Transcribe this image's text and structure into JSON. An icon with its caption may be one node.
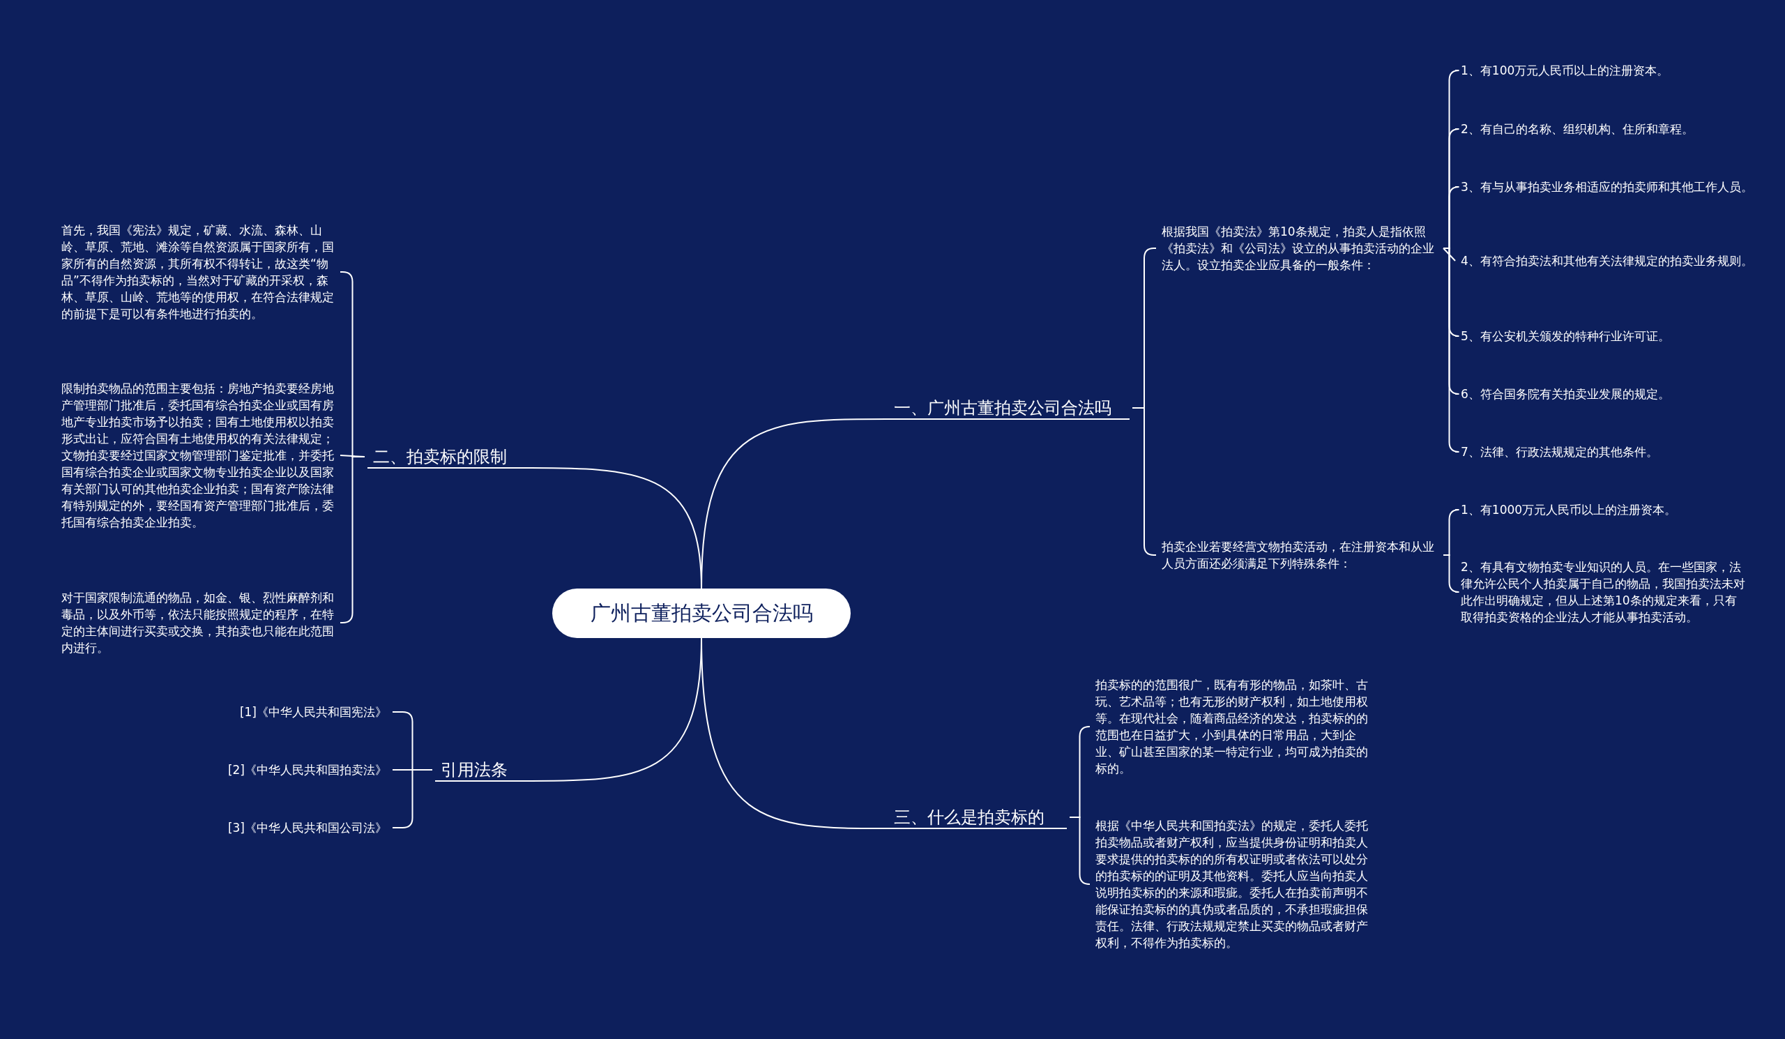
{
  "diagram": {
    "nodes": [
      {
        "text": [
          "广州古董拍卖公司合法吗"
        ]
      },
      {
        "text": [
          "一、广州古董拍卖公司合法吗"
        ]
      },
      {
        "text": [
          "根据我国《拍卖法》第10条规定，拍卖人是指依照《拍卖法》和《公司法》设立的从事拍卖活动的企业法人。设立拍卖企业应具备的一般条件："
        ]
      },
      {
        "text": [
          "1、有100万元人民币以上的注册资本。"
        ]
      },
      {
        "text": [
          "2、有自己的名称、组织机构、住所和章程。"
        ]
      },
      {
        "text": [
          "3、有与从事拍卖业务相适应的拍卖师和其他工作人员。"
        ]
      },
      {
        "text": [
          "4、有符合拍卖法和其他有关法律规定的拍卖业务规则。"
        ]
      },
      {
        "text": [
          "5、有公安机关颁发的特种行业许可证。"
        ]
      },
      {
        "text": [
          "6、符合国务院有关拍卖业发展的规定。"
        ]
      },
      {
        "text": [
          "7、法律、行政法规规定的其他条件。"
        ]
      },
      {
        "text": [
          "拍卖企业若要经营文物拍卖活动，在注册资本和从业人员方面还必须满足下列特殊条件："
        ]
      },
      {
        "text": [
          "1、有1000万元人民币以上的注册资本。"
        ]
      },
      {
        "text": [
          "2、有具有文物拍卖专业知识的人员。在一些国家，法律允许公民个人拍卖属于自己的物品，我国拍卖法未对此作出明确规定，但从上述第10条的规定来看，只有取得拍卖资格的企业法人才能从事拍卖活动。"
        ]
      },
      {
        "text": [
          "三、什么是拍卖标的"
        ]
      },
      {
        "text": [
          "拍卖标的的范围很广，既有有形的物品，如茶叶、古玩、艺术品等；也有无形的财产权利，如土地使用权等。在现代社会，随着商品经济的发达，拍卖标的的范围也在日益扩大，小到具体的日常用品，大到企业、矿山甚至国家的某一特定行业，均可成为拍卖的标的。"
        ]
      },
      {
        "text": [
          "根据《中华人民共和国拍卖法》的规定，委托人委托拍卖物品或者财产权利，应当提供身份证明和拍卖人要求提供的拍卖标的的所有权证明或者依法可以处分的拍卖标的的证明及其他资料。委托人应当向拍卖人说明拍卖标的的来源和瑕疵。委托人在拍卖前声明不能保证拍卖标的的真伪或者品质的，不承担瑕疵担保责任。法律、行政法规规定禁止买卖的物品或者财产权利，不得作为拍卖标的。"
        ]
      },
      {
        "text": [
          "二、拍卖标的限制"
        ]
      },
      {
        "text": [
          "首先，我国《宪法》规定，矿藏、水流、森林、山岭、草原、荒地、滩涂等自然资源属于国家所有，国家所有的自然资源，其所有权不得转让，故这类“物品”不得作为拍卖标的，当然对于矿藏的开采权，森林、草原、山岭、荒地等的使用权，在符合法律规定的前提下是可以有条件地进行拍卖的。"
        ]
      },
      {
        "text": [
          "限制拍卖物品的范围主要包括：房地产拍卖要经房地产管理部门批准后，委托国有综合拍卖企业或国有房地产专业拍卖市场予以拍卖；国有土地使用权以拍卖形式出让，应符合国有土地使用权的有关法律规定；文物拍卖要经过国家文物管理部门鉴定批准，并委托国有综合拍卖企业或国家文物专业拍卖企业以及国家有关部门认可的其他拍卖企业拍卖；国有资产除法律有特别规定的外，要经国有资产管理部门批准后，委托国有综合拍卖企业拍卖。"
        ]
      },
      {
        "text": [
          "对于国家限制流通的物品，如金、银、烈性麻醉剂和毒品，以及外币等，依法只能按照规定的程序，在特定的主体间进行买卖或交换，其拍卖也只能在此范围内进行。"
        ]
      },
      {
        "text": [
          "引用法条"
        ]
      },
      {
        "text": [
          "[1]《中华人民共和国宪法》"
        ]
      },
      {
        "text": [
          "[2]《中华人民共和国拍卖法》"
        ]
      },
      {
        "text": [
          "[3]《中华人民共和国公司法》"
        ]
      }
    ],
    "edges": [
      {
        "from": 0,
        "to": 1,
        "arrow": "none"
      },
      {
        "from": 1,
        "to": 2,
        "arrow": "none"
      },
      {
        "from": 2,
        "to": 3,
        "arrow": "none"
      },
      {
        "from": 2,
        "to": 4,
        "arrow": "none"
      },
      {
        "from": 2,
        "to": 5,
        "arrow": "none"
      },
      {
        "from": 2,
        "to": 6,
        "arrow": "none"
      },
      {
        "from": 2,
        "to": 7,
        "arrow": "none"
      },
      {
        "from": 2,
        "to": 8,
        "arrow": "none"
      },
      {
        "from": 2,
        "to": 9,
        "arrow": "none"
      },
      {
        "from": 1,
        "to": 10,
        "arrow": "none"
      },
      {
        "from": 10,
        "to": 11,
        "arrow": "none"
      },
      {
        "from": 10,
        "to": 12,
        "arrow": "none"
      },
      {
        "from": 0,
        "to": 13,
        "arrow": "none"
      },
      {
        "from": 13,
        "to": 14,
        "arrow": "none"
      },
      {
        "from": 13,
        "to": 15,
        "arrow": "none"
      },
      {
        "from": 0,
        "to": 16,
        "arrow": "none"
      },
      {
        "from": 16,
        "to": 17,
        "arrow": "none"
      },
      {
        "from": 16,
        "to": 18,
        "arrow": "none"
      },
      {
        "from": 16,
        "to": 19,
        "arrow": "none"
      },
      {
        "from": 0,
        "to": 20,
        "arrow": "none"
      },
      {
        "from": 20,
        "to": 21,
        "arrow": "none"
      },
      {
        "from": 20,
        "to": 22,
        "arrow": "none"
      },
      {
        "from": 20,
        "to": 23,
        "arrow": "none"
      }
    ]
  }
}
